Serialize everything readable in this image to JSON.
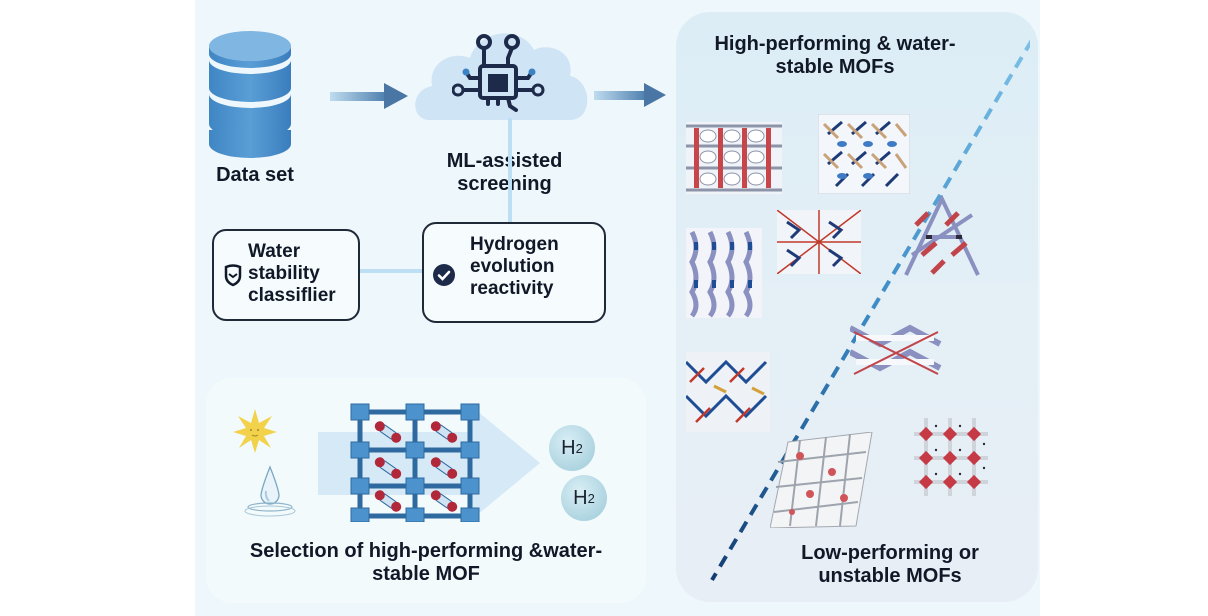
{
  "diagram": {
    "nodes": {
      "dataset": {
        "label": "Data set",
        "icon": "database-icon"
      },
      "ml_screening": {
        "label_line1": "ML-assisted",
        "label_line2": "screening",
        "icon": "cloud-chip-icon"
      },
      "water_stability": {
        "line1": "Water",
        "line2": "stability",
        "line3": "classiflier",
        "icon": "shield-icon"
      },
      "hydrogen_evolution": {
        "line1": "Hydrogen",
        "line2": "evolution",
        "line3": "reactivity",
        "icon": "check-circle-icon"
      }
    },
    "selection_panel": {
      "caption_line1": "Selection of high-performing &water-",
      "caption_line2": "stable MOF",
      "products": [
        "H",
        "H"
      ],
      "product_subscript": "2",
      "inputs": [
        "sun-icon",
        "water-drop-icon"
      ]
    },
    "results_panel": {
      "top_label_line1": "High-performing & water-",
      "top_label_line2": "stable MOFs",
      "bottom_label_line1": "Low-performing or",
      "bottom_label_line2": "unstable MOFs",
      "high_performing_count": 5,
      "low_performing_count": 4
    },
    "colors": {
      "background": "#eef7fb",
      "accent_blue": "#3b82c4",
      "dark_navy": "#1e2a4a",
      "mof_red": "#c0392b",
      "divider_light": "#6bb6e0",
      "divider_dark": "#1e4f8a"
    }
  }
}
